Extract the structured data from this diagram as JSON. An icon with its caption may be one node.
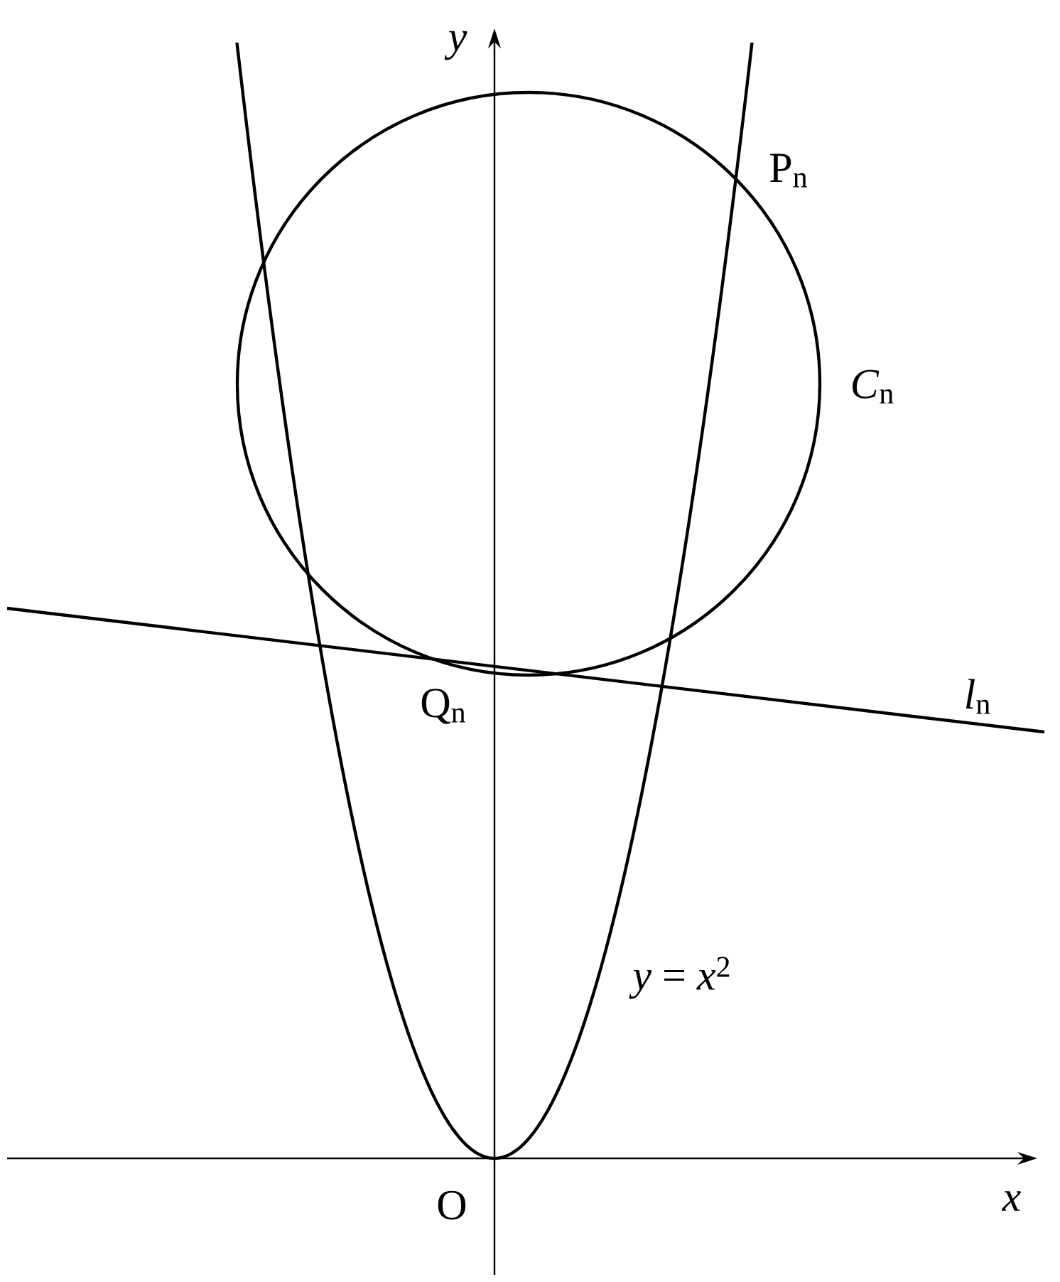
{
  "diagram": {
    "labels": [
      "*y*",
      "P$_{n}$",
      "*C*$_{n}$",
      "*l*$_{n}$",
      "Q$_{n}$",
      "*y* = *x*$^{2}$",
      "O",
      "*x*"
    ]
  }
}
